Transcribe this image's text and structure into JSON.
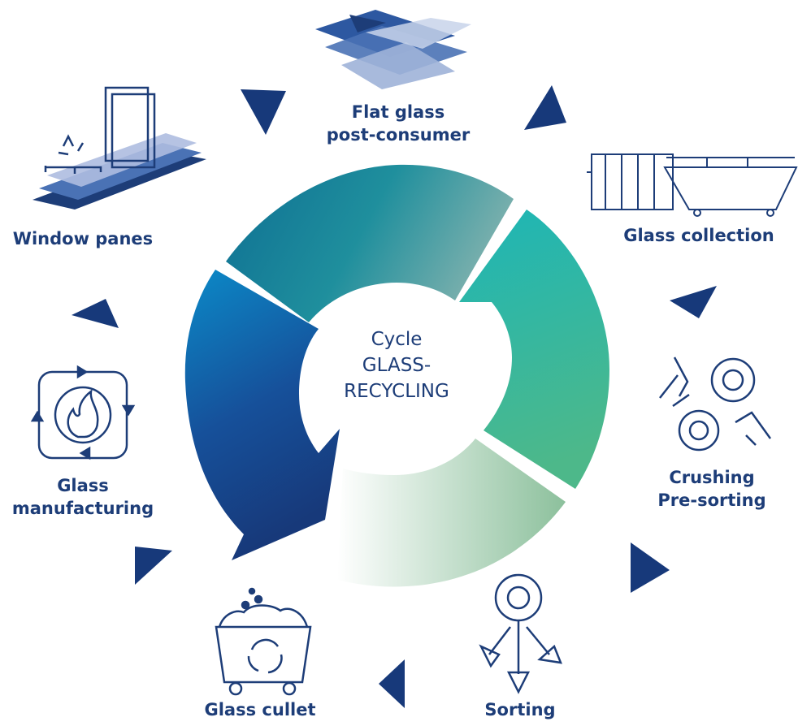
{
  "diagram": {
    "center": {
      "line1": "Cycle",
      "line2": "GLASS-",
      "line3": "RECYCLING"
    },
    "stages": {
      "flat_glass": {
        "line1": "Flat glass",
        "line2": "post-consumer",
        "icon": "flat-glass-sheets-icon"
      },
      "collection": {
        "line1": "Glass collection",
        "icon": "skip-container-icon"
      },
      "crushing": {
        "line1": "Crushing",
        "line2": "Pre-sorting",
        "icon": "crushing-gears-icon"
      },
      "sorting": {
        "line1": "Sorting",
        "icon": "sorting-gear-arrows-icon"
      },
      "cullet": {
        "line1": "Glass cullet",
        "icon": "cullet-bin-recycle-icon"
      },
      "manufacturing": {
        "line1": "Glass",
        "line2": "manufacturing",
        "icon": "furnace-flame-cycle-icon"
      },
      "window": {
        "line1": "Window panes",
        "icon": "window-pane-recycle-icon"
      }
    },
    "colors": {
      "navy": "#1d3d78",
      "dark_blue": "#17397a",
      "teal": "#1aa3a8",
      "green": "#4fb88a",
      "light_teal": "#6fb3ae"
    }
  }
}
